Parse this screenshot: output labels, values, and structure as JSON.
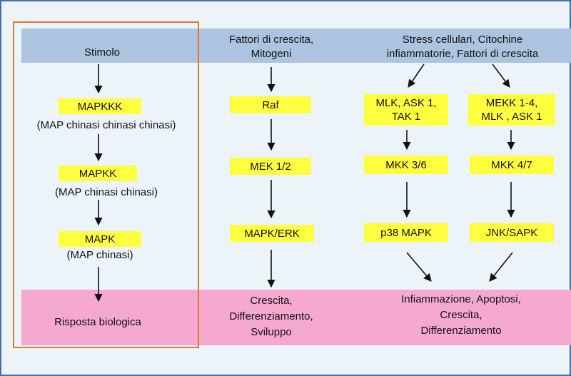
{
  "legend": {
    "stimulus": "Stimolo",
    "mapkkk": "MAPKKK",
    "mapkkk_desc": "(MAP chinasi chinasi chinasi)",
    "mapkk": "MAPKK",
    "mapkk_desc": "(MAP  chinasi chinasi)",
    "mapk": "MAPK",
    "mapk_desc": "(MAP  chinasi)",
    "response": "Risposta  biologica"
  },
  "pathway_erk": {
    "stimulus_line1": "Fattori di crescita,",
    "stimulus_line2": "Mitogeni",
    "node1": "Raf",
    "node2": "MEK 1/2",
    "node3": "MAPK/ERK",
    "response_line1": "Crescita,",
    "response_line2": "Differenziamento,",
    "response_line3": "Sviluppo"
  },
  "pathway_stress": {
    "stimulus_line1": "Stress cellulari, Citochine",
    "stimulus_line2": "infiammatorie, Fattori di crescita",
    "p38": {
      "node1": "MLK, ASK 1,\nTAK 1",
      "node2": "MKK 3/6",
      "node3": "p38 MAPK"
    },
    "jnk": {
      "node1": "MEKK 1-4,\nMLK ,  ASK 1",
      "node2": "MKK 4/7",
      "node3": "JNK/SAPK"
    },
    "response_line1": "Infiammazione, Apoptosi,",
    "response_line2": "Crescita,",
    "response_line3": "Differenziamento"
  },
  "colors": {
    "background": "#ecf4fa",
    "border": "#3d6fb4",
    "stimulus_band": "#adc4e0",
    "response_band": "#f5a9d0",
    "node_fill": "#ffff40",
    "legend_frame": "#e0782a"
  }
}
